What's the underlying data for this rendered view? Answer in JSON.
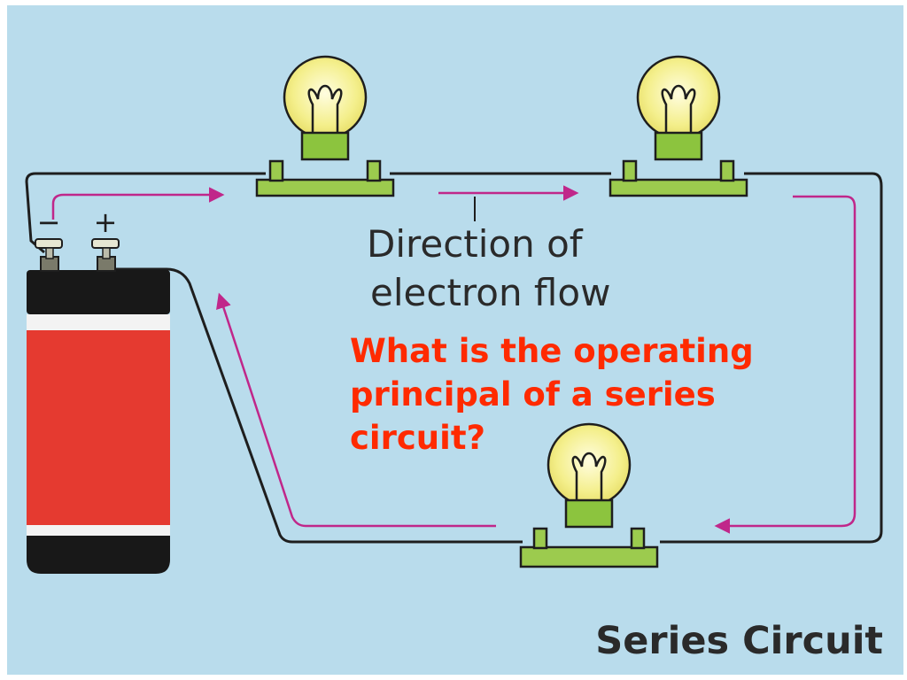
{
  "diagram": {
    "title": "Series Circuit",
    "flow_label_line1": "Direction of",
    "flow_label_line2": "electron flow",
    "negative_terminal": "−",
    "positive_terminal": "+",
    "bulb_count": 3
  },
  "question": "What is the operating principal of a series circuit?",
  "colors": {
    "background": "#b9dcec",
    "wire": "#1e1e1e",
    "arrow": "#c0278a",
    "battery_body": "#e53a30",
    "battery_cap": "#181818",
    "bulb_glow": "#f4ef8c",
    "socket": "#9ccb4e",
    "question_text": "#ff2a00"
  }
}
